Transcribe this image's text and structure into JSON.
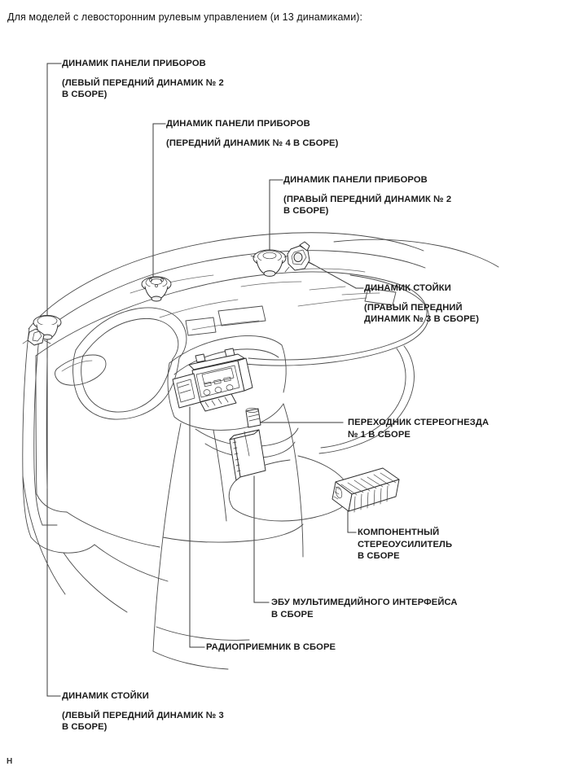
{
  "document": {
    "intro_text": "Для моделей с левосторонним рулевым управлением (и 13 динамиками):",
    "corner_mark": "Н"
  },
  "callouts": [
    {
      "id": "left-front-speaker-no2",
      "title": "ДИНАМИК ПАНЕЛИ ПРИБОРОВ",
      "sub_line1": "(ЛЕВЫЙ ПЕРЕДНИЙ ДИНАМИК № 2",
      "sub_line2": "В СБОРЕ)"
    },
    {
      "id": "front-speaker-no4",
      "title": "ДИНАМИК ПАНЕЛИ ПРИБОРОВ",
      "sub_line1": "(ПЕРЕДНИЙ ДИНАМИК № 4 В СБОРЕ)",
      "sub_line2": ""
    },
    {
      "id": "right-front-speaker-no2",
      "title": "ДИНАМИК ПАНЕЛИ ПРИБОРОВ",
      "sub_line1": "(ПРАВЫЙ ПЕРЕДНИЙ ДИНАМИК № 2",
      "sub_line2": "В СБОРЕ)"
    },
    {
      "id": "right-pillar-speaker",
      "title": "ДИНАМИК СТОЙКИ",
      "sub_line1": "(ПРАВЫЙ ПЕРЕДНИЙ",
      "sub_line2": "ДИНАМИК № 3 В СБОРЕ)"
    },
    {
      "id": "stereo-jack-adapter",
      "title": "ПЕРЕХОДНИК СТЕРЕОГНЕЗДА",
      "sub_line1": "№ 1 В СБОРЕ",
      "sub_line2": ""
    },
    {
      "id": "stereo-amplifier",
      "title": "КОМПОНЕНТНЫЙ",
      "sub_line1": "СТЕРЕОУСИЛИТЕЛЬ",
      "sub_line2": "В СБОРЕ"
    },
    {
      "id": "multimedia-interface-ecu",
      "title": "ЭБУ МУЛЬТИМЕДИЙНОГО ИНТЕРФЕЙСА",
      "sub_line1": "В СБОРЕ",
      "sub_line2": ""
    },
    {
      "id": "radio-receiver",
      "title": "РАДИОПРИЕМНИК В СБОРЕ",
      "sub_line1": "",
      "sub_line2": ""
    },
    {
      "id": "left-pillar-speaker",
      "title": "ДИНАМИК СТОЙКИ",
      "sub_line1": "(ЛЕВЫЙ ПЕРЕДНИЙ ДИНАМИК № 3",
      "sub_line2": "В СБОРЕ)"
    }
  ],
  "illustration": {
    "name": "instrument-panel-audio-components-diagram",
    "view": "left-hand-drive dashboard perspective view",
    "line_color": "#2e2e2e",
    "background": "#ffffff"
  }
}
